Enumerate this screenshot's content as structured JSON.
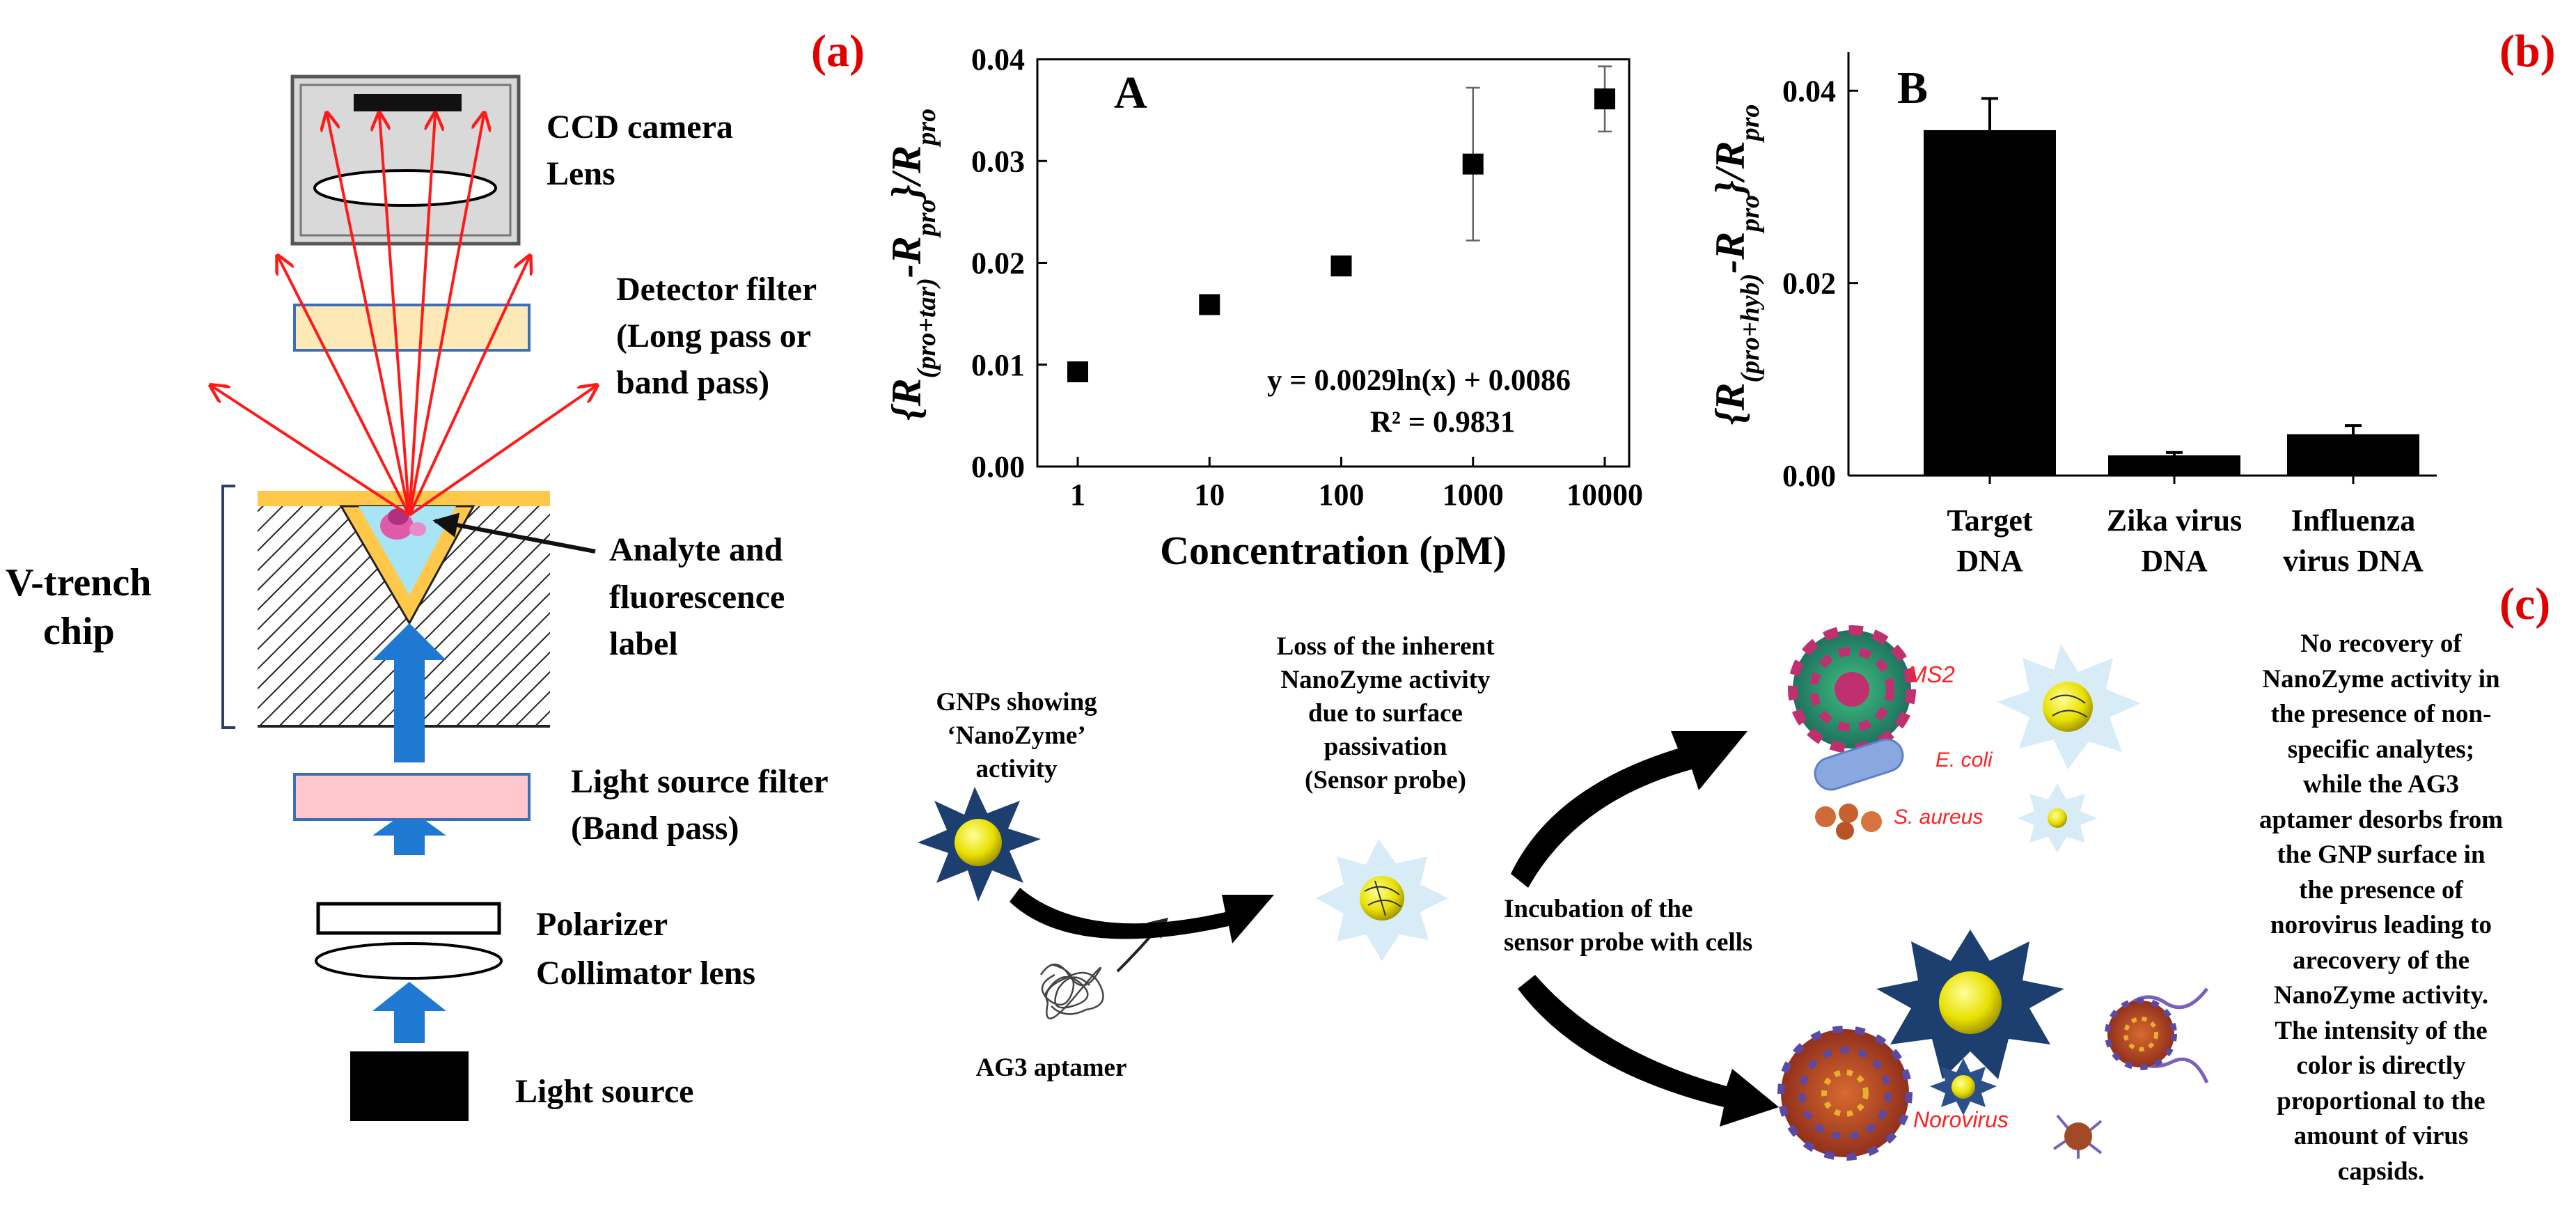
{
  "panel_labels": {
    "a": "(a)",
    "b": "(b)",
    "c": "(c)"
  },
  "panel_a": {
    "camera_label": "CCD camera",
    "lens_label": "Lens",
    "detector_filter": [
      "Detector filter",
      "(Long pass or",
      "band pass)"
    ],
    "analyte_label": [
      "Analyte and",
      "fluorescence",
      "label"
    ],
    "chip_label": [
      "V-trench",
      "chip"
    ],
    "light_filter": [
      "Light source filter",
      "(Band pass)"
    ],
    "polarizer_label": "Polarizer",
    "collimator_label": "Collimator lens",
    "light_source_label": "Light source",
    "colors": {
      "arrows_red": "#ff1a1a",
      "beam_blue": "#1f78d1",
      "filter_yellow": "#fde9b8",
      "filter_pink": "#ffc7cc",
      "trench_yellow": "#ffc84a"
    }
  },
  "chart_data": [
    {
      "type": "scatter",
      "panel_tag": "A",
      "xlabel": "Concentration (pM)",
      "ylabel": "{R(pro+tar)-Rpro}/Rpro",
      "ylabel_parts": [
        "{R",
        "(pro+tar)",
        "-R",
        "pro",
        "}/R",
        "pro"
      ],
      "x_scale": "log",
      "x_ticks": [
        "1",
        "10",
        "100",
        "1000",
        "10000"
      ],
      "y_ticks": [
        "0.00",
        "0.01",
        "0.02",
        "0.03",
        "0.04"
      ],
      "ylim": [
        0,
        0.04
      ],
      "x": [
        1,
        10,
        100,
        1000,
        10000
      ],
      "y": [
        0.0093,
        0.0159,
        0.0197,
        0.0297,
        0.0361
      ],
      "y_err": [
        0.0004,
        0.0005,
        0.0003,
        0.0075,
        0.0032
      ],
      "annotations": [
        "y = 0.0029ln(x) + 0.0086",
        "R² = 0.9831"
      ]
    },
    {
      "type": "bar",
      "panel_tag": "B",
      "ylabel": "{R(pro+hyb)-Rpro}/Rpro",
      "ylabel_parts": [
        "{R",
        "(pro+hyb)",
        "-R",
        "pro",
        "}/R",
        "pro"
      ],
      "categories": [
        [
          "Target",
          "DNA"
        ],
        [
          "Zika virus",
          "DNA"
        ],
        [
          "Influenza",
          "virus DNA"
        ]
      ],
      "values": [
        0.0359,
        0.0021,
        0.0043
      ],
      "errors": [
        0.0033,
        0.0003,
        0.0009
      ],
      "y_ticks": [
        "0.00",
        "0.02",
        "0.04"
      ],
      "ylim": [
        0,
        0.044
      ]
    }
  ],
  "panel_c": {
    "gnp_label": [
      "GNPs showing",
      "‘NanoZyme’",
      "activity"
    ],
    "loss_label": [
      "Loss of the inherent",
      "NanoZyme activity",
      "due to surface",
      "passivation",
      "(Sensor probe)"
    ],
    "aptamer_label": "AG3 aptamer",
    "incubation_label": [
      "Incubation of the",
      "sensor probe with cells"
    ],
    "ms2_label": "MS2",
    "ecoli_label": "E. coli",
    "saureus_label": "S. aureus",
    "norovirus_label": "Norovirus",
    "right_text": [
      "No recovery of",
      "NanoZyme activity in",
      "the presence of non-",
      "specific analytes;",
      "while the AG3",
      "aptamer desorbs from",
      "the GNP surface in",
      "the presence of",
      "norovirus leading to",
      "arecovery of the",
      "NanoZyme activity.",
      "The intensity of the",
      "color is directly",
      "proportional to the",
      "amount of virus",
      "capsids."
    ]
  }
}
